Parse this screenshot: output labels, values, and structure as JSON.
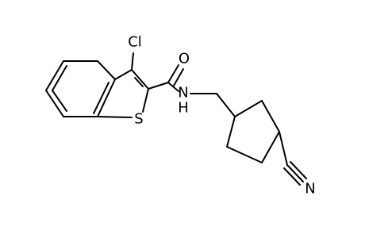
{
  "molecule": {
    "atoms": {
      "chlorine": "Cl",
      "oxygen": "O",
      "amide_nitrogen": "N",
      "amide_hydrogen": "H",
      "sulfur": "S",
      "nitrile_nitrogen": "N"
    }
  }
}
